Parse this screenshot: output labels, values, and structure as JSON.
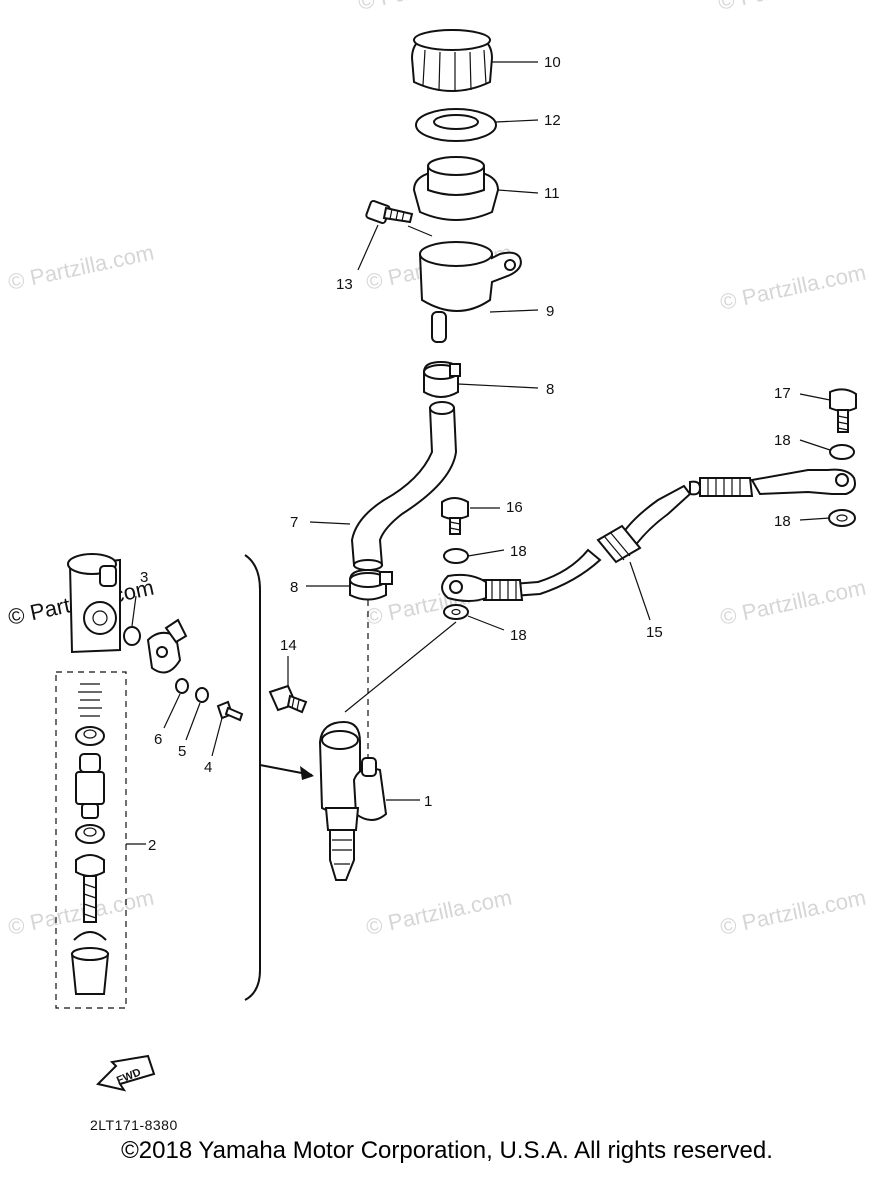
{
  "callouts": [
    {
      "id": "10",
      "label": "10"
    },
    {
      "id": "12",
      "label": "12"
    },
    {
      "id": "11",
      "label": "11"
    },
    {
      "id": "13",
      "label": "13"
    },
    {
      "id": "9",
      "label": "9"
    },
    {
      "id": "8a",
      "label": "8"
    },
    {
      "id": "17",
      "label": "17"
    },
    {
      "id": "18a",
      "label": "18"
    },
    {
      "id": "16",
      "label": "16"
    },
    {
      "id": "7",
      "label": "7"
    },
    {
      "id": "18b",
      "label": "18"
    },
    {
      "id": "18c",
      "label": "18"
    },
    {
      "id": "3",
      "label": "3"
    },
    {
      "id": "8b",
      "label": "8"
    },
    {
      "id": "18d",
      "label": "18"
    },
    {
      "id": "15",
      "label": "15"
    },
    {
      "id": "14",
      "label": "14"
    },
    {
      "id": "6",
      "label": "6"
    },
    {
      "id": "5",
      "label": "5"
    },
    {
      "id": "4",
      "label": "4"
    },
    {
      "id": "1",
      "label": "1"
    },
    {
      "id": "2",
      "label": "2"
    }
  ],
  "watermarks": [
    "© Partzilla.com"
  ],
  "fwd_label": "FWD",
  "diagram_code": "2LT171-8380",
  "copyright": "©2018 Yamaha Motor Corporation, U.S.A. All rights reserved."
}
